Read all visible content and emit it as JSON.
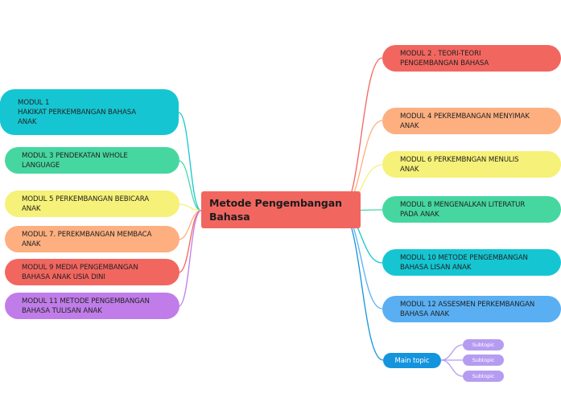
{
  "center": {
    "label": "Metode Pengembangan\nBahasa",
    "color": "#f26660"
  },
  "left": [
    {
      "label": "MODUL 1\nHAKIKAT PERKEMBANGAN BAHASA\nANAK",
      "color": "#15c6d2"
    },
    {
      "label": "MODUL 3 PENDEKATAN WHOLE\nLANGUAGE",
      "color": "#46d7a1"
    },
    {
      "label": "MODUL 5 PERKEMBANGAN BEBICARA\nANAK",
      "color": "#f6f178"
    },
    {
      "label": "MODUL  7. PEREKMBANGAN MEMBACA\nANAK",
      "color": "#fdaf80"
    },
    {
      "label": "MODUL 9 MEDIA PENGEMBANGAN\nBAHASA ANAK USIA DINI",
      "color": "#f26660"
    },
    {
      "label": "MODUL 11 METODE PENGEMBANGAN\nBAHASA TULISAN ANAK",
      "color": "#c07de9"
    }
  ],
  "right": [
    {
      "label": "MODUL 2 . TEORI-TEORI\nPENGEMBANGAN BAHASA",
      "color": "#f26660"
    },
    {
      "label": "MODUL 4 PEKREMBANGAN MENYIMAK\nANAK",
      "color": "#fdaf80"
    },
    {
      "label": "MODUL 6 PERKEMBNGAN MENULIS\nANAK",
      "color": "#f6f178"
    },
    {
      "label": "MODUL 8 MENGENALKAN LITERATUR\nPADA ANAK",
      "color": "#46d7a1"
    },
    {
      "label": "MODUL 10 METODE PENGEMBANGAN\nBAHASA LISAN ANAK",
      "color": "#15c6d2"
    },
    {
      "label": "MODUL 12 ASSESMEN PERKEMBANGAN\nBAHASA ANAK",
      "color": "#5aaff3"
    }
  ],
  "main_topic": {
    "label": "Main topic",
    "color": "#1594de"
  },
  "subtopics": [
    {
      "label": "Subtopic",
      "color": "#b69cf1"
    },
    {
      "label": "Subtopic",
      "color": "#b69cf1"
    },
    {
      "label": "Subtopic",
      "color": "#b69cf1"
    }
  ]
}
